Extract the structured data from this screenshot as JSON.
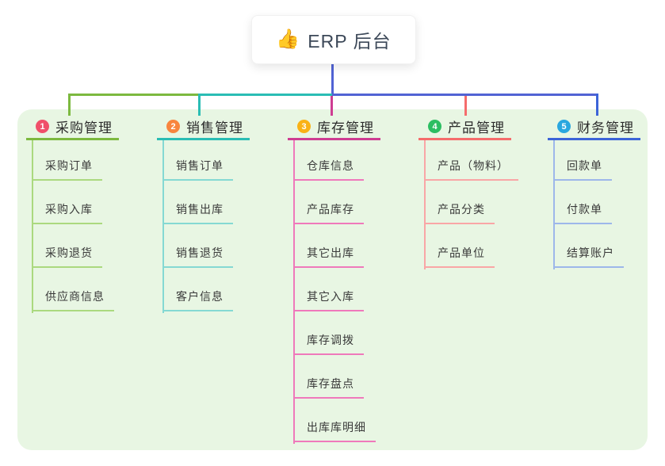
{
  "canvas": {
    "panel_bg": "#e8f6e3",
    "page_bg": "#ffffff",
    "connector_blue": "#5163d4"
  },
  "root": {
    "icon": "👍",
    "label": "ERP 后台",
    "text_color": "#3c4858"
  },
  "branches": [
    {
      "badge": "1",
      "label": "采购管理",
      "color": "#7cb93f",
      "light_color": "#abd97f",
      "badge_color": "#f0506a",
      "children": [
        "采购订单",
        "采购入库",
        "采购退货",
        "供应商信息"
      ]
    },
    {
      "badge": "2",
      "label": "销售管理",
      "color": "#2abdb4",
      "light_color": "#85d9d3",
      "badge_color": "#f8853e",
      "children": [
        "销售订单",
        "销售出库",
        "销售退货",
        "客户信息"
      ]
    },
    {
      "badge": "3",
      "label": "库存管理",
      "color": "#ce3d92",
      "light_color": "#ef79bb",
      "badge_color": "#f9b216",
      "children": [
        "仓库信息",
        "产品库存",
        "其它出库",
        "其它入库",
        "库存调拨",
        "库存盘点",
        "出库库明细"
      ]
    },
    {
      "badge": "4",
      "label": "产品管理",
      "color": "#f56c6c",
      "light_color": "#f9a6a6",
      "badge_color": "#2cbe62",
      "children": [
        "产品（物料）",
        "产品分类",
        "产品单位"
      ]
    },
    {
      "badge": "5",
      "label": "财务管理",
      "color": "#3c64d8",
      "light_color": "#9db7ea",
      "badge_color": "#2aa7df",
      "children": [
        "回款单",
        "付款单",
        "结算账户"
      ]
    }
  ]
}
